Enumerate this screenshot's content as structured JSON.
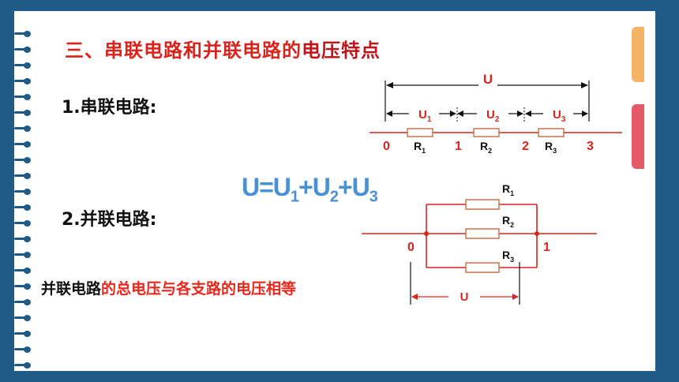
{
  "title": {
    "prefix": "三、串联电路和并联电路的",
    "highlight": "电压特点"
  },
  "section1": {
    "label": "1.串联电路:"
  },
  "section2": {
    "label": "2.并联电路:"
  },
  "formula": {
    "main": "U",
    "eq": "=U",
    "s1": "1",
    "p1": "+U",
    "s2": "2",
    "p2": "+U",
    "s3": "3"
  },
  "note": {
    "black": "并联电路",
    "red": "的总电压与各支路的电压相等"
  },
  "series_diagram": {
    "total_label": "U",
    "seg_labels": [
      "U",
      "U",
      "U"
    ],
    "seg_subs": [
      "1",
      "2",
      "3"
    ],
    "point_labels": [
      "0",
      "1",
      "2",
      "3"
    ],
    "resistor_labels": [
      "R",
      "R",
      "R"
    ],
    "resistor_subs": [
      "1",
      "2",
      "3"
    ]
  },
  "parallel_diagram": {
    "resistor_labels": [
      "R",
      "R",
      "R"
    ],
    "resistor_subs": [
      "1",
      "2",
      "3"
    ],
    "node_labels": [
      "0",
      "1"
    ],
    "voltage_label": "U"
  },
  "colors": {
    "wire": "#d9231c",
    "label": "#d9231c",
    "resistor": "#c8744a",
    "frame": "#1f5b86",
    "tab_orange": "#f4b366",
    "tab_pink": "#e55a6a"
  }
}
